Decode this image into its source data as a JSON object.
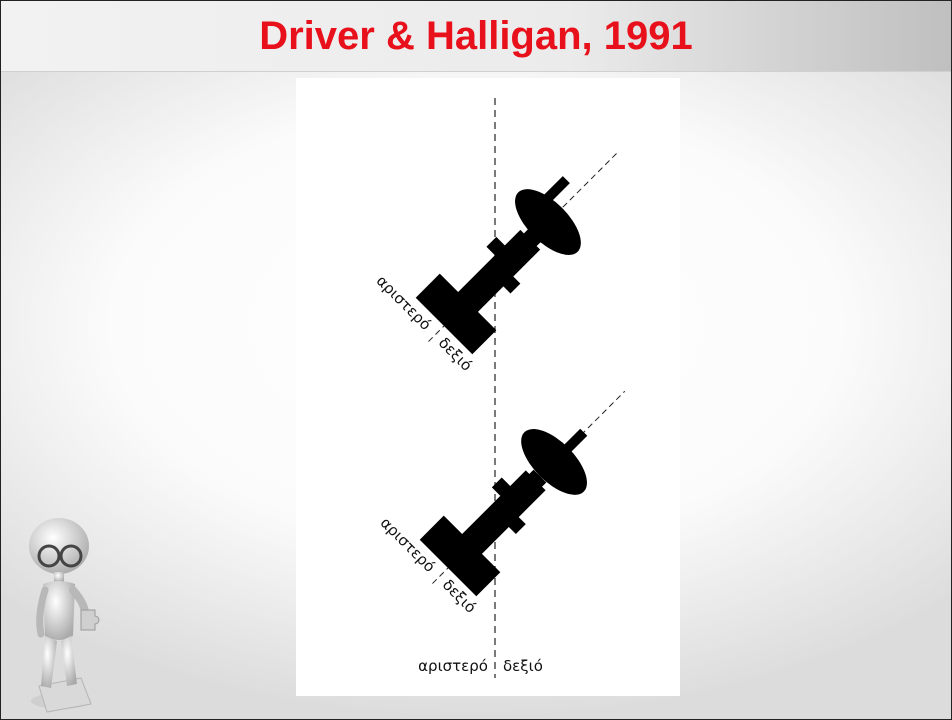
{
  "slide": {
    "title": "Driver & Halligan, 1991"
  },
  "figure": {
    "top_shape": {
      "left_label": "αριστερό",
      "right_label": "δεξιό"
    },
    "bottom_shape": {
      "left_label": "αριστερό",
      "right_label": "δεξιό"
    },
    "bottom_axis": {
      "left_label": "αριστερό",
      "right_label": "δεξιό"
    }
  },
  "decor": {
    "character": "3d-person-with-glasses-holding-puzzle-piece"
  }
}
